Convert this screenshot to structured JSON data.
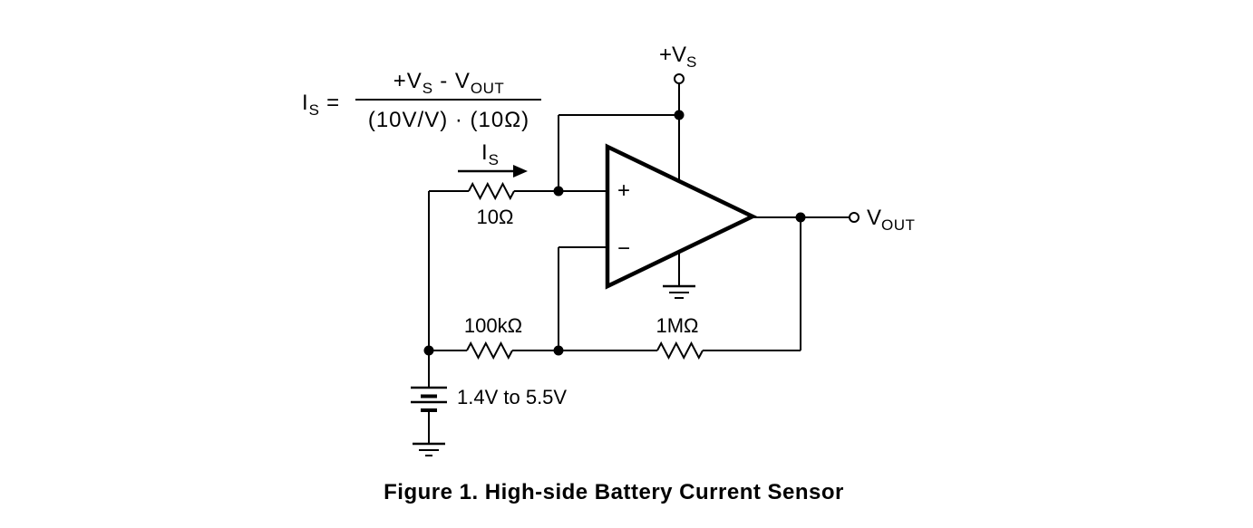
{
  "page": {
    "background": "#ffffff",
    "ink": "#000000"
  },
  "formula": {
    "lhs_base": "I",
    "lhs_sub": "S",
    "lhs_eq": " =",
    "num_b1": "+V",
    "num_s1": "S",
    "num_b2": " - V",
    "num_s2": "OUT",
    "denominator": "(10V/V) · (10Ω)"
  },
  "current_label": {
    "base": "I",
    "sub": "S"
  },
  "components": {
    "sense_resistor": {
      "value": "10Ω"
    },
    "gain_resistor": {
      "value": "100kΩ"
    },
    "feedback_resistor": {
      "value": "1MΩ"
    },
    "battery": {
      "value": "1.4V to 5.5V"
    }
  },
  "opamp": {
    "noninverting": "+",
    "inverting": "−"
  },
  "nodes": {
    "supply_base": "+V",
    "supply_sub": "S",
    "output_base": "V",
    "output_sub": "OUT"
  },
  "caption": "Figure 1. High-side Battery Current Sensor"
}
